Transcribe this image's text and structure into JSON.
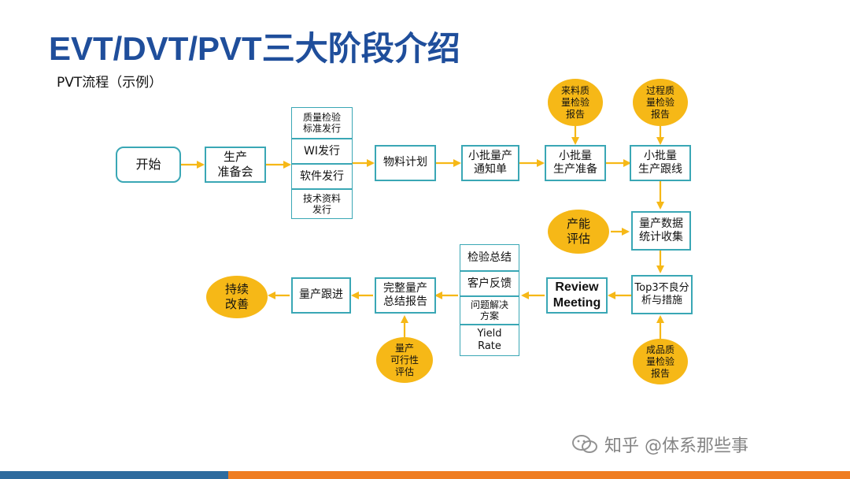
{
  "title": "EVT/DVT/PVT三大阶段介绍",
  "subtitle": "PVT流程（示例）",
  "nodes": {
    "start": "开始",
    "prep_meeting": "生产\n准备会",
    "quality_std": "质量检验\n标准发行",
    "wi_release": "WI发行",
    "software_release": "软件发行",
    "tech_docs": "技术资料\n发行",
    "material_plan": "物料计划",
    "small_batch_notice": "小批量产\n通知单",
    "small_batch_prep": "小批量\n生产准备",
    "small_batch_follow": "小批量\n生产跟线",
    "data_collect": "量产数据\n统计收集",
    "top3": "Top3不良分\n析与措施",
    "review": "Review\nMeeting",
    "inspection_summary": "检验总结",
    "customer_feedback": "客户反馈",
    "solution": "问题解决\n方案",
    "yield_rate": "Yield\nRate",
    "full_summary": "完整量产\n总结报告",
    "mp_follow": "量产跟进",
    "continuous_improve": "持续\n改善"
  },
  "inputs": {
    "incoming_quality": "来料质\n量检验\n报告",
    "process_quality": "过程质\n量检验\n报告",
    "capacity_eval": "产能\n评估",
    "product_quality": "成品质\n量检验\n报告",
    "mp_feasibility": "量产\n可行性\n评估"
  },
  "colors": {
    "title": "#1f4e9b",
    "box_border": "#3aa7b5",
    "circle_fill": "#f6b817",
    "arrow": "#f6b817",
    "bar_left": "#2e6b9e",
    "bar_right": "#ef7d22"
  },
  "watermark": "知乎 @体系那些事"
}
